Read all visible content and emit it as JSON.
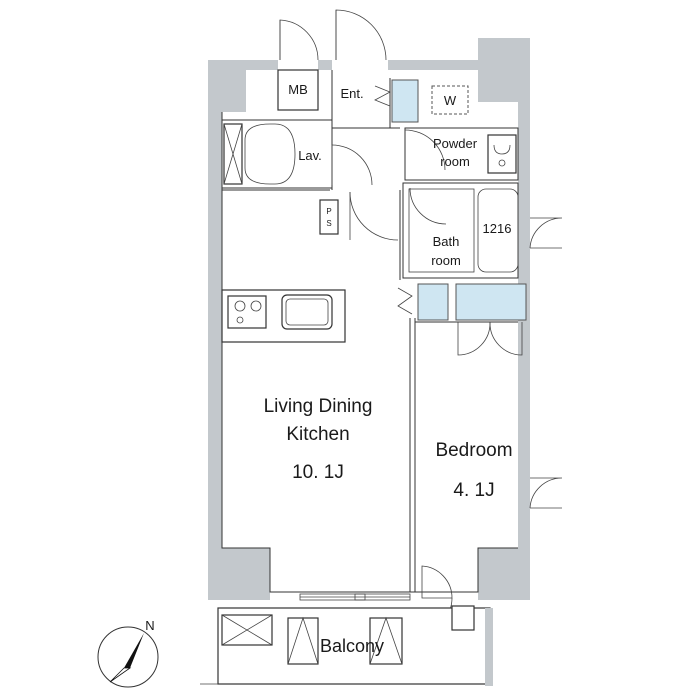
{
  "floor_plan": {
    "rooms": {
      "mb": "MB",
      "entrance": "Ent.",
      "washer": "W",
      "powder_room": [
        "Powder",
        "room"
      ],
      "lavatory": "Lav.",
      "pipe_space": [
        "P",
        "S"
      ],
      "bath_room": [
        "Bath",
        "room"
      ],
      "bath_size": "1216",
      "ldk": [
        "Living Dining",
        "Kitchen"
      ],
      "ldk_size": "10. 1J",
      "bedroom": "Bedroom",
      "bedroom_size": "4. 1J",
      "balcony": "Balcony"
    },
    "compass": {
      "north_label": "N"
    },
    "colors": {
      "wall": "#c3c8cc",
      "fixture": "#cfe6f2",
      "line": "#333333"
    }
  }
}
